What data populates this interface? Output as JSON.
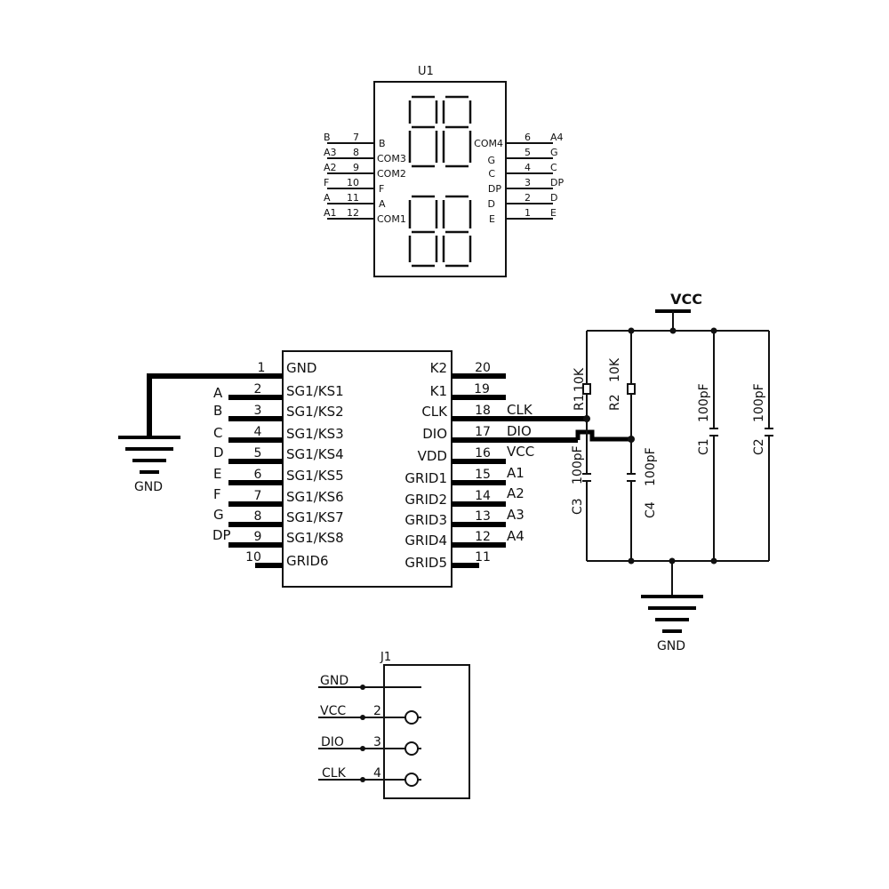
{
  "display": {
    "ref": "U1",
    "left_pins": [
      {
        "net": "B",
        "num": "7",
        "name": "B"
      },
      {
        "net": "A3",
        "num": "8",
        "name": "COM3"
      },
      {
        "net": "A2",
        "num": "9",
        "name": "COM2"
      },
      {
        "net": "F",
        "num": "10",
        "name": "F"
      },
      {
        "net": "A",
        "num": "11",
        "name": "A"
      },
      {
        "net": "A1",
        "num": "12",
        "name": "COM1"
      }
    ],
    "right_pins": [
      {
        "net": "A4",
        "num": "6",
        "name": "COM4"
      },
      {
        "net": "G",
        "num": "5",
        "name": "G"
      },
      {
        "net": "C",
        "num": "4",
        "name": "C"
      },
      {
        "net": "DP",
        "num": "3",
        "name": "DP"
      },
      {
        "net": "D",
        "num": "2",
        "name": "D"
      },
      {
        "net": "E",
        "num": "1",
        "name": "E"
      }
    ]
  },
  "ic": {
    "left_pins": [
      {
        "net": "",
        "num": "1",
        "name": "GND"
      },
      {
        "net": "A",
        "num": "2",
        "name": "SG1/KS1"
      },
      {
        "net": "B",
        "num": "3",
        "name": "SG1/KS2"
      },
      {
        "net": "C",
        "num": "4",
        "name": "SG1/KS3"
      },
      {
        "net": "D",
        "num": "5",
        "name": "SG1/KS4"
      },
      {
        "net": "E",
        "num": "6",
        "name": "SG1/KS5"
      },
      {
        "net": "F",
        "num": "7",
        "name": "SG1/KS6"
      },
      {
        "net": "G",
        "num": "8",
        "name": "SG1/KS7"
      },
      {
        "net": "DP",
        "num": "9",
        "name": "SG1/KS8"
      },
      {
        "net": "",
        "num": "10",
        "name": "GRID6"
      }
    ],
    "right_pins": [
      {
        "net": "",
        "num": "20",
        "name": "K2"
      },
      {
        "net": "",
        "num": "19",
        "name": "K1"
      },
      {
        "net": "CLK",
        "num": "18",
        "name": "CLK"
      },
      {
        "net": "DIO",
        "num": "17",
        "name": "DIO"
      },
      {
        "net": "VCC",
        "num": "16",
        "name": "VDD"
      },
      {
        "net": "A1",
        "num": "15",
        "name": "GRID1"
      },
      {
        "net": "A2",
        "num": "14",
        "name": "GRID2"
      },
      {
        "net": "A3",
        "num": "13",
        "name": "GRID3"
      },
      {
        "net": "A4",
        "num": "12",
        "name": "GRID4"
      },
      {
        "net": "",
        "num": "11",
        "name": "GRID5"
      }
    ]
  },
  "power": {
    "vcc": "VCC",
    "gnd": "GND"
  },
  "passives": [
    {
      "ref": "R1",
      "value": "10K"
    },
    {
      "ref": "R2",
      "value": "10K"
    },
    {
      "ref": "C1",
      "value": "100pF"
    },
    {
      "ref": "C2",
      "value": "100pF"
    },
    {
      "ref": "C3",
      "value": "100pF"
    },
    {
      "ref": "C4",
      "value": "100pF"
    }
  ],
  "connector": {
    "ref": "J1",
    "pins": [
      {
        "net": "GND",
        "num": ""
      },
      {
        "net": "VCC",
        "num": "2"
      },
      {
        "net": "DIO",
        "num": "3"
      },
      {
        "net": "CLK",
        "num": "4"
      }
    ]
  }
}
